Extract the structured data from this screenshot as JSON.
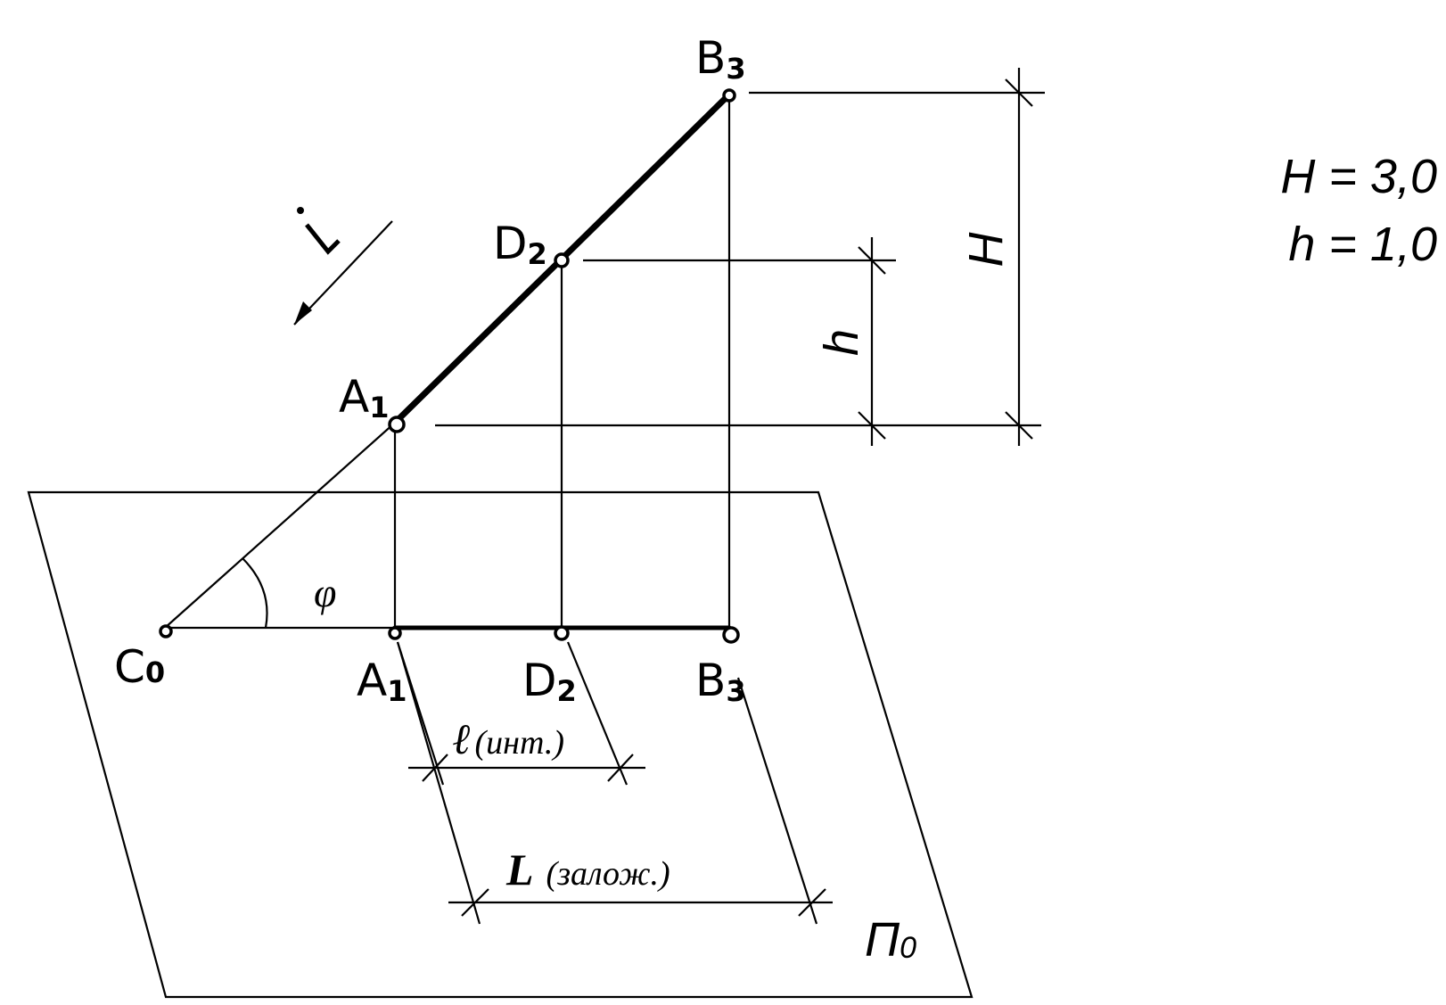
{
  "points": {
    "c0": {
      "letter": "C",
      "sub": "0"
    },
    "a1_top": {
      "letter": "A",
      "sub": "1"
    },
    "d2_top": {
      "letter": "D",
      "sub": "2"
    },
    "b3_top": {
      "letter": "B",
      "sub": "3"
    },
    "a1_bot": {
      "letter": "A",
      "sub": "1"
    },
    "d2_bot": {
      "letter": "D",
      "sub": "2"
    },
    "b3_bot": {
      "letter": "B",
      "sub": "3"
    }
  },
  "labels": {
    "slope": "i",
    "angle": "φ",
    "height_big": "H",
    "height_small": "h",
    "interval_symbol": "ℓ",
    "interval_note": "(инт.)",
    "lay_symbol": "L",
    "lay_note": "(залож.)",
    "plane": "П",
    "plane_sub": "0"
  },
  "given": {
    "line1": "H = 3,0",
    "line2": "h = 1,0"
  }
}
